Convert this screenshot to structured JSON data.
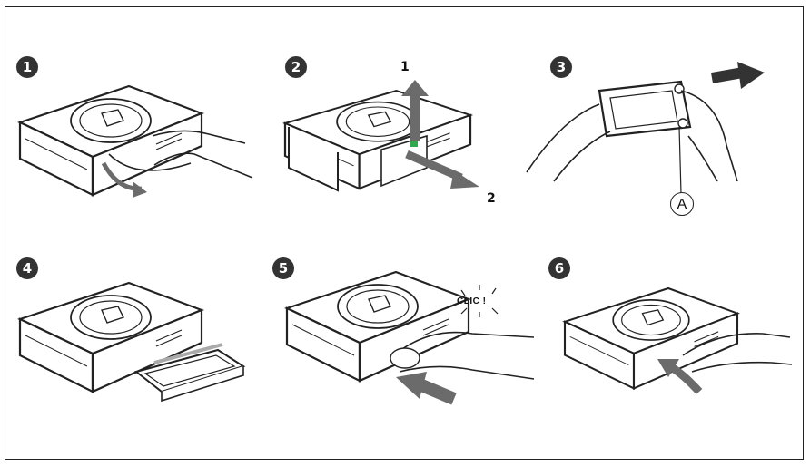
{
  "steps": [
    {
      "number": "1"
    },
    {
      "number": "2"
    },
    {
      "number": "3"
    },
    {
      "number": "4"
    },
    {
      "number": "5"
    },
    {
      "number": "6"
    }
  ],
  "step2_labels": {
    "arrow_up": "1",
    "arrow_out": "2"
  },
  "step3_callout": "A",
  "step5_sound": "CLIC !",
  "colors": {
    "line": "#222222",
    "arrow": "#6b6b6b",
    "badge": "#333333",
    "green_tab": "#2fa84f"
  }
}
